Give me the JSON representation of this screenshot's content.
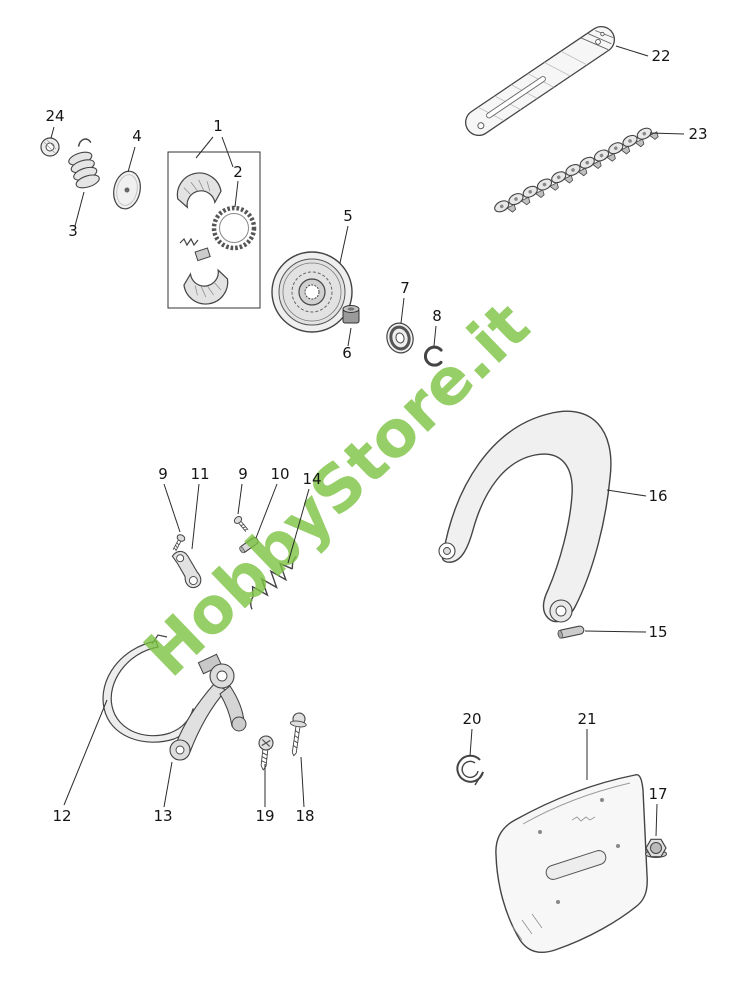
{
  "watermark": {
    "text": "HobbyStore.it",
    "color": "#7cc242"
  },
  "labels": {
    "l1": "1",
    "l2": "2",
    "l3": "3",
    "l4": "4",
    "l5": "5",
    "l6": "6",
    "l7": "7",
    "l8": "8",
    "l9a": "9",
    "l9b": "9",
    "l10": "10",
    "l11": "11",
    "l12": "12",
    "l13": "13",
    "l14": "14",
    "l15": "15",
    "l16": "16",
    "l17": "17",
    "l18": "18",
    "l19": "19",
    "l20": "20",
    "l21": "21",
    "l22": "22",
    "l23": "23",
    "l24": "24"
  }
}
